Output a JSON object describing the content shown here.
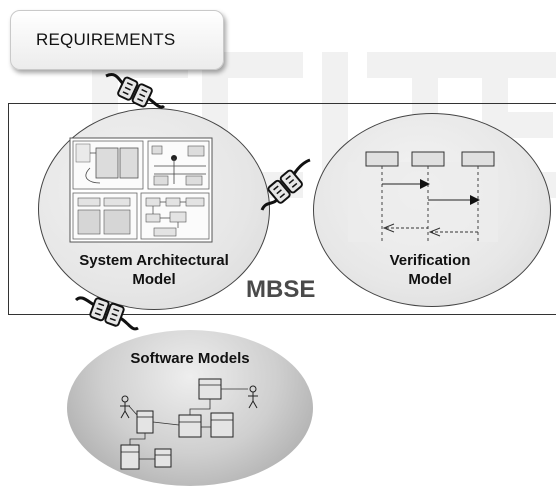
{
  "requirements": {
    "label": "REQUIREMENTS"
  },
  "mbse": {
    "label": "MBSE"
  },
  "system_model": {
    "line1": "System Architectural",
    "line2": "Model"
  },
  "verification_model": {
    "line1": "Verification",
    "line2": "Model"
  },
  "software_models": {
    "label": "Software Models"
  },
  "colors": {
    "frame": "#333333",
    "ellipse_fill": "#e6e6e6",
    "software_ellipse_fill": "#bdbdbd",
    "mbse_text": "#4a4a4a",
    "watermark": "#9a9a9a"
  },
  "icons": [
    "connector-plug-icon",
    "actor-stick-figure-icon"
  ]
}
